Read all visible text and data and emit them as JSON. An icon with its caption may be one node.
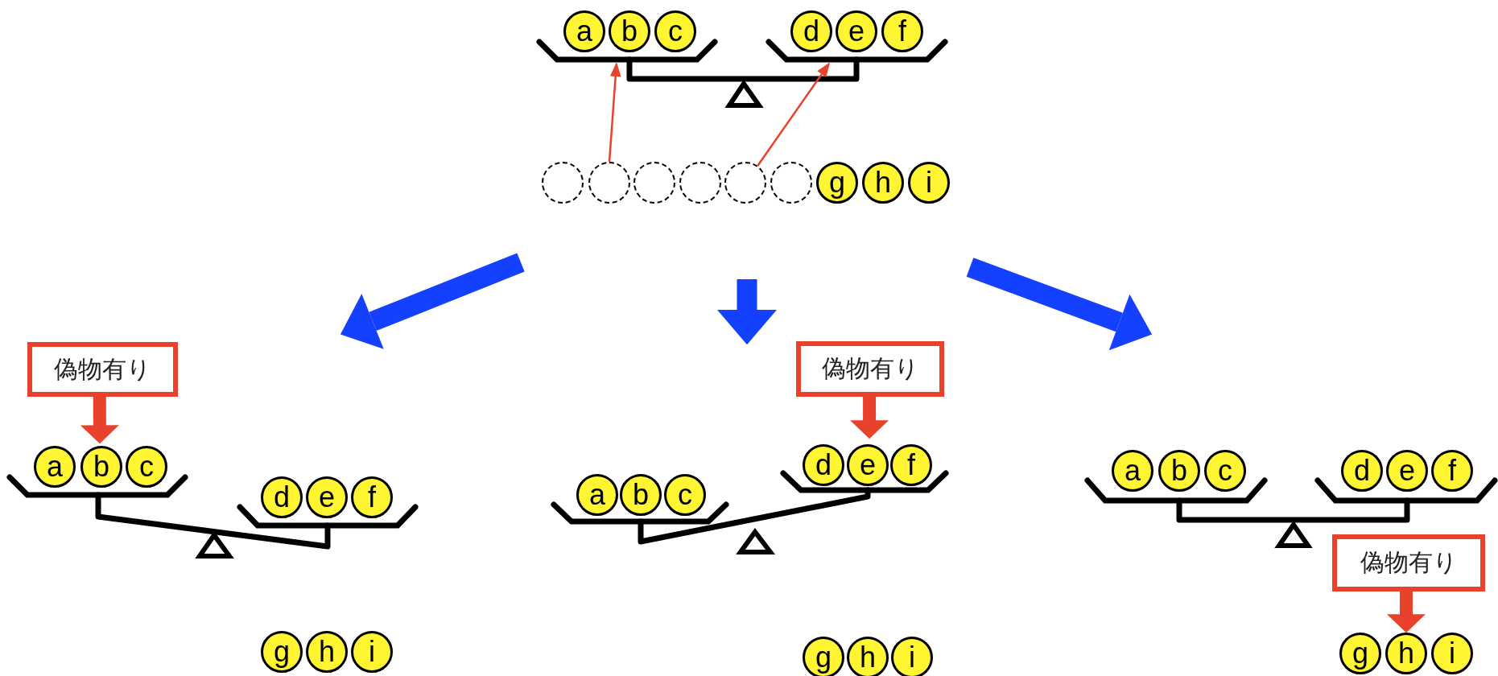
{
  "diagram": {
    "nodes": [
      {
        "text": [],
        "shape": "tray"
      },
      {
        "text": [
          "a"
        ],
        "in": 0
      },
      {
        "text": [
          "b"
        ],
        "in": 0
      },
      {
        "text": [
          "c"
        ],
        "in": 0
      },
      {
        "text": [],
        "shape": "tray"
      },
      {
        "text": [
          "d"
        ],
        "in": 4
      },
      {
        "text": [
          "e"
        ],
        "in": 4
      },
      {
        "text": [
          "f"
        ],
        "in": 4
      },
      {
        "text": [],
        "shape": "circle"
      },
      {
        "text": [],
        "shape": "circle"
      },
      {
        "text": [],
        "shape": "circle"
      },
      {
        "text": [],
        "shape": "circle"
      },
      {
        "text": [],
        "shape": "circle"
      },
      {
        "text": [],
        "shape": "circle"
      },
      {
        "text": [
          "g"
        ]
      },
      {
        "text": [
          "h"
        ]
      },
      {
        "text": [
          "i"
        ]
      },
      {
        "text": [
          "偽物有り"
        ]
      },
      {
        "text": [],
        "shape": "tray"
      },
      {
        "text": [
          "a"
        ],
        "in": 18
      },
      {
        "text": [
          "b"
        ],
        "in": 18
      },
      {
        "text": [
          "c"
        ],
        "in": 18
      },
      {
        "text": [],
        "shape": "tray"
      },
      {
        "text": [
          "d"
        ],
        "in": 22
      },
      {
        "text": [
          "e"
        ],
        "in": 22
      },
      {
        "text": [
          "f"
        ],
        "in": 22
      },
      {
        "text": [
          "g"
        ]
      },
      {
        "text": [
          "h"
        ]
      },
      {
        "text": [
          "i"
        ]
      },
      {
        "text": [
          "偽物有り"
        ]
      },
      {
        "text": [],
        "shape": "tray"
      },
      {
        "text": [
          "a"
        ],
        "in": 30
      },
      {
        "text": [
          "b"
        ],
        "in": 30
      },
      {
        "text": [
          "c"
        ],
        "in": 30
      },
      {
        "text": [],
        "shape": "tray"
      },
      {
        "text": [
          "d"
        ],
        "in": 34
      },
      {
        "text": [
          "e"
        ],
        "in": 34
      },
      {
        "text": [
          "f"
        ],
        "in": 34
      },
      {
        "text": [
          "g"
        ]
      },
      {
        "text": [
          "h"
        ]
      },
      {
        "text": [
          "i"
        ]
      },
      {
        "text": [],
        "shape": "tray"
      },
      {
        "text": [
          "a"
        ],
        "in": 41
      },
      {
        "text": [
          "b"
        ],
        "in": 41
      },
      {
        "text": [
          "c"
        ],
        "in": 41
      },
      {
        "text": [],
        "shape": "tray"
      },
      {
        "text": [
          "d"
        ],
        "in": 45
      },
      {
        "text": [
          "e"
        ],
        "in": 45
      },
      {
        "text": [
          "f"
        ],
        "in": 45
      },
      {
        "text": [
          "偽物有り"
        ]
      },
      {
        "text": [
          "g"
        ]
      },
      {
        "text": [
          "h"
        ]
      },
      {
        "text": [
          "i"
        ]
      }
    ],
    "edges": [
      {
        "from": 9,
        "to": 0,
        "arrow": "to"
      },
      {
        "from": 12,
        "to": 4,
        "arrow": "to"
      },
      {
        "from": 17,
        "to": 18,
        "arrow": "to"
      },
      {
        "from": 29,
        "to": 34,
        "arrow": "to"
      },
      {
        "from": 49,
        "to": 51,
        "arrow": "to"
      }
    ]
  }
}
